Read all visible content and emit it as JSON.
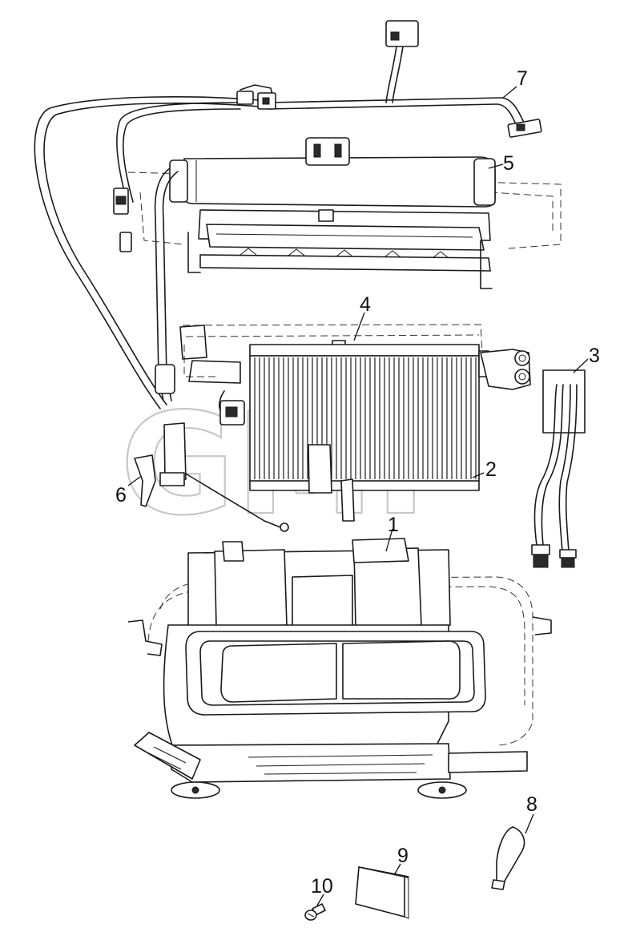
{
  "diagram": {
    "callouts": [
      {
        "id": "1",
        "label": "1"
      },
      {
        "id": "2",
        "label": "2"
      },
      {
        "id": "3",
        "label": "3"
      },
      {
        "id": "4",
        "label": "4"
      },
      {
        "id": "5",
        "label": "5"
      },
      {
        "id": "6",
        "label": "6"
      },
      {
        "id": "7",
        "label": "7"
      },
      {
        "id": "8",
        "label": "8"
      },
      {
        "id": "9",
        "label": "9"
      },
      {
        "id": "10",
        "label": "10"
      }
    ],
    "parts": [
      {
        "callout": "1",
        "icon": "hvac-housing-icon"
      },
      {
        "callout": "2",
        "icon": "evaporator-core-icon"
      },
      {
        "callout": "3",
        "icon": "refrigerant-pipe-icon"
      },
      {
        "callout": "4",
        "icon": "evaporator-case-icon"
      },
      {
        "callout": "5",
        "icon": "heater-core-icon"
      },
      {
        "callout": "6",
        "icon": "sensor-clip-icon"
      },
      {
        "callout": "7",
        "icon": "wiring-harness-icon"
      },
      {
        "callout": "8",
        "icon": "cable-tie-icon"
      },
      {
        "callout": "9",
        "icon": "foam-pad-icon"
      },
      {
        "callout": "10",
        "icon": "screw-icon"
      }
    ],
    "watermark": "GMP"
  }
}
